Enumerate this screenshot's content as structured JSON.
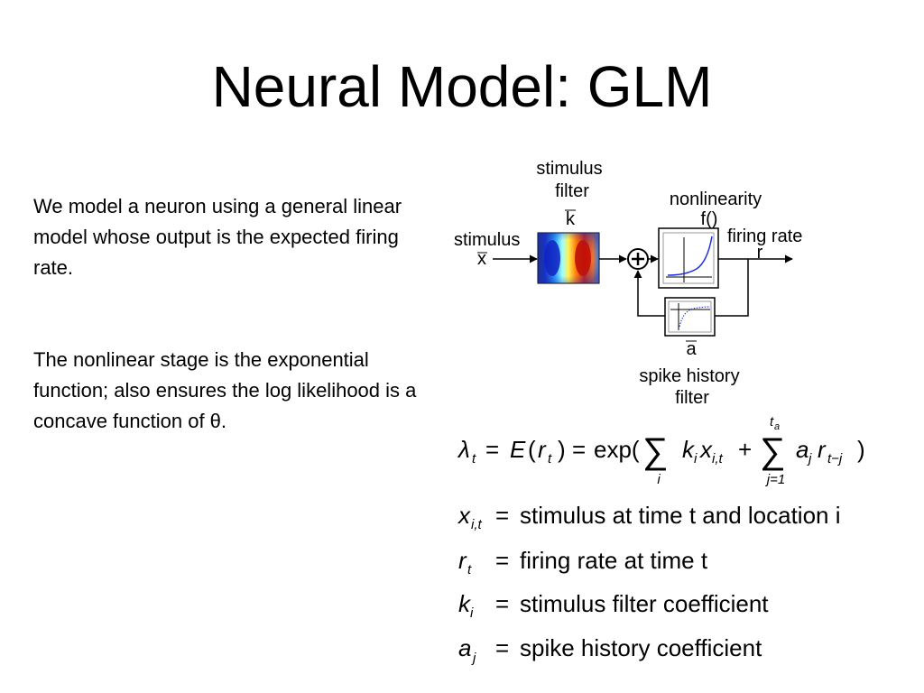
{
  "slide": {
    "title": "Neural Model: GLM",
    "paragraph1": "We model a neuron using a general linear model whose output is the expected firing rate.",
    "paragraph2": "The nonlinear stage is the exponential function; also ensures the log likelihood is a concave function of θ."
  },
  "diagram": {
    "stimulus_filter_line1": "stimulus",
    "stimulus_filter_line2": "filter",
    "stimulus_filter_symbol": "k",
    "stimulus_label": "stimulus",
    "stimulus_symbol": "x",
    "nonlinearity_label": "nonlinearity",
    "nonlinearity_symbol": "f()",
    "firing_rate_label": "firing rate",
    "firing_rate_symbol": "r",
    "history_symbol": "a",
    "history_line1": "spike history",
    "history_line2": "filter",
    "sum_symbol": "+"
  },
  "equations": {
    "main": {
      "lambda": "λ",
      "t": "t",
      "eq": "=",
      "E": "E",
      "open": "(",
      "r": "r",
      "close": ")",
      "exp": "exp(",
      "sigma": "∑",
      "i": "i",
      "k": "k",
      "x": "x",
      "it": "i,t",
      "plus": "+",
      "ta_t": "t",
      "ta_a": "a",
      "j1": "j=1",
      "a": "a",
      "j": "j",
      "tj": "t−j",
      "end": ")"
    },
    "defs": [
      {
        "sym": "x",
        "sub": "i,t",
        "text": "stimulus at time t and location i"
      },
      {
        "sym": "r",
        "sub": "t",
        "text": "firing rate at time t"
      },
      {
        "sym": "k",
        "sub": "i",
        "text": "stimulus filter coefficient"
      },
      {
        "sym": "a",
        "sub": "j",
        "text": "spike history coefficient"
      }
    ]
  }
}
